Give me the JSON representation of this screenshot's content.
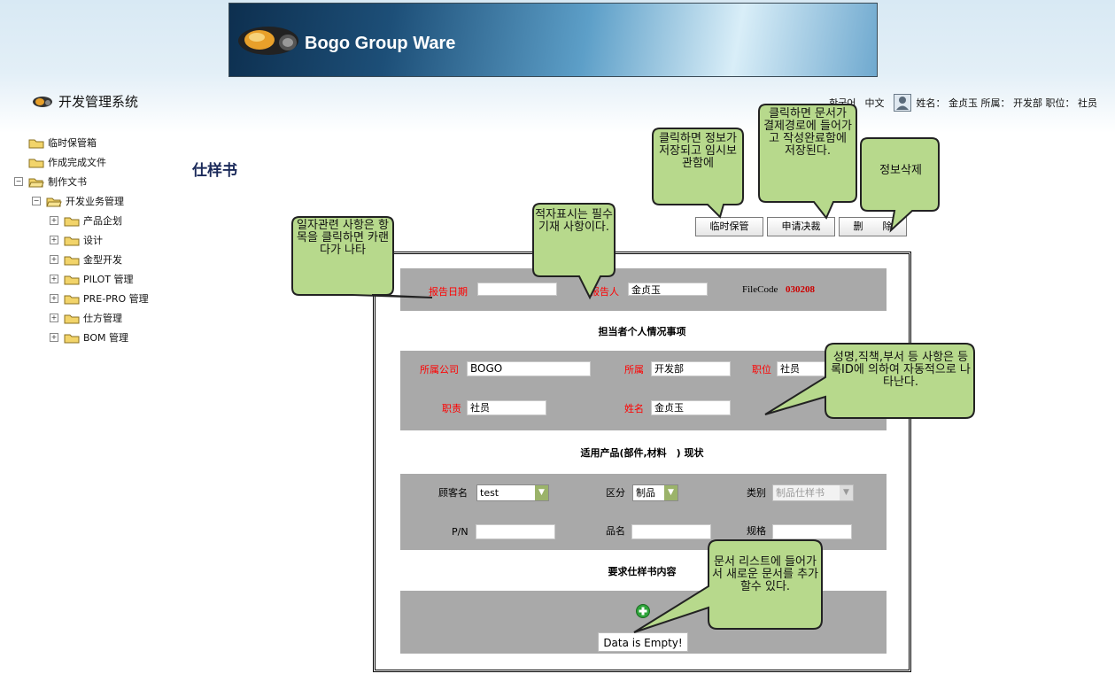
{
  "banner": {
    "title": "Bogo Group Ware"
  },
  "header": {
    "system_title": "开发管理系统",
    "lang_korean": "한국어",
    "lang_chinese": "中文",
    "user_info": "姓名： 金贞玉  所属： 开发部  职位： 社员"
  },
  "sidebar": {
    "items": [
      {
        "label": "临时保管箱"
      },
      {
        "label": "作成完成文件"
      },
      {
        "label": "制作文书"
      },
      {
        "label": "开发业务管理"
      },
      {
        "label": "产品企划"
      },
      {
        "label": "设计"
      },
      {
        "label": "金型开发"
      },
      {
        "label": "PILOT 管理"
      },
      {
        "label": "PRE-PRO 管理"
      },
      {
        "label": "仕方管理"
      },
      {
        "label": "BOM 管理"
      }
    ]
  },
  "page_title": "仕样书",
  "toolbar": {
    "temp_save": "临时保管",
    "request_approval": "申请决裁",
    "delete": "删　　除"
  },
  "form": {
    "report_date_label": "报告日期",
    "report_date_value": "",
    "reporter_label": "报告人",
    "reporter_value": "金贞玉",
    "filecode_label": "FileCode",
    "filecode_value": "030208",
    "section1_title": "担当者个人情况事项",
    "company_label": "所属公司",
    "company_value": "BOGO",
    "dept_label": "所属",
    "dept_value": "开发部",
    "position_label": "职位",
    "position_value": "社员",
    "duty_label": "职责",
    "duty_value": "社员",
    "name_label": "姓名",
    "name_value": "金贞玉",
    "section2_title": "适用产品(部件,材料　) 现状",
    "customer_label": "顾客名",
    "customer_value": "test",
    "division_label": "区分",
    "division_value": "制品",
    "category_label": "类别",
    "category_value": "制品仕样书",
    "pn_label": "P/N",
    "pn_value": "",
    "product_name_label": "品名",
    "product_name_value": "",
    "spec_label": "规格",
    "spec_value": "",
    "section3_title": "要求仕样书内容",
    "empty_text": "Data is Empty!"
  },
  "callouts": {
    "date_hint": "일자관련 사항은 항목을 클릭하면 카랜다가 나타",
    "required_hint": "적자표시는 필수기재 사항이다.",
    "temp_save_hint": "클릭하면 정보가 저장되고 임시보관함에",
    "approval_hint": "클릭하면 문서가 결제경로에 들어가고 작성완료함에 저장된다.",
    "delete_hint": "정보삭제",
    "auto_info_hint": "성명,직책,부서 등 사항은 등록ID에 의하여 자동적으로 나타난다.",
    "add_doc_hint": "문서 리스트에 들어가서 새로운 문서를 추가할수 있다."
  },
  "colors": {
    "required_label": "#ff0000",
    "form_band": "#a9a9a9",
    "callout_fill": "#b7d98c",
    "filecode": "#cc0000"
  }
}
